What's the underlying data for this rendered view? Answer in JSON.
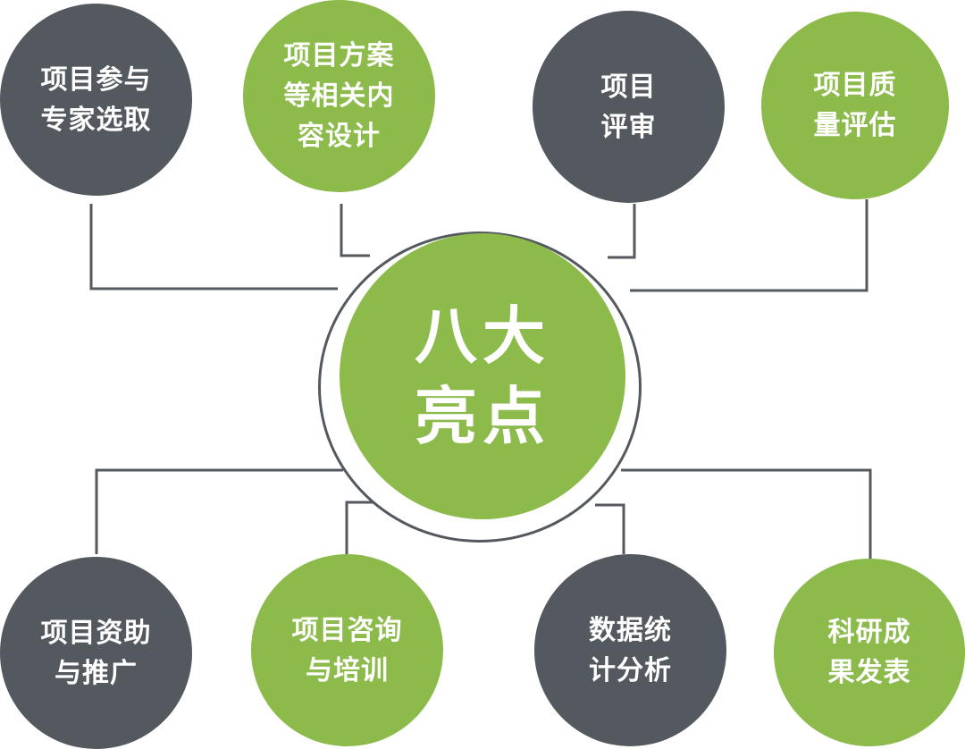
{
  "center": {
    "lines": [
      "八大",
      "亮点"
    ],
    "color": "#8cba4b"
  },
  "colors": {
    "dark": "#54595f",
    "green": "#8cba4b",
    "connector": "#54595f",
    "text": "#ffffff"
  },
  "nodes": [
    {
      "id": "n1",
      "style": "dark",
      "lines": [
        "项目参与",
        "专家选取"
      ]
    },
    {
      "id": "n2",
      "style": "green",
      "lines": [
        "项目方案",
        "等相关内",
        "容设计"
      ]
    },
    {
      "id": "n3",
      "style": "dark",
      "lines": [
        "项目",
        "评审"
      ]
    },
    {
      "id": "n4",
      "style": "green",
      "lines": [
        "项目质",
        "量评估"
      ]
    },
    {
      "id": "n5",
      "style": "dark",
      "lines": [
        "项目资助",
        "与推广"
      ]
    },
    {
      "id": "n6",
      "style": "green",
      "lines": [
        "项目咨询",
        "与培训"
      ]
    },
    {
      "id": "n7",
      "style": "dark",
      "lines": [
        "数据统",
        "计分析"
      ]
    },
    {
      "id": "n8",
      "style": "green",
      "lines": [
        "科研成",
        "果发表"
      ]
    }
  ]
}
